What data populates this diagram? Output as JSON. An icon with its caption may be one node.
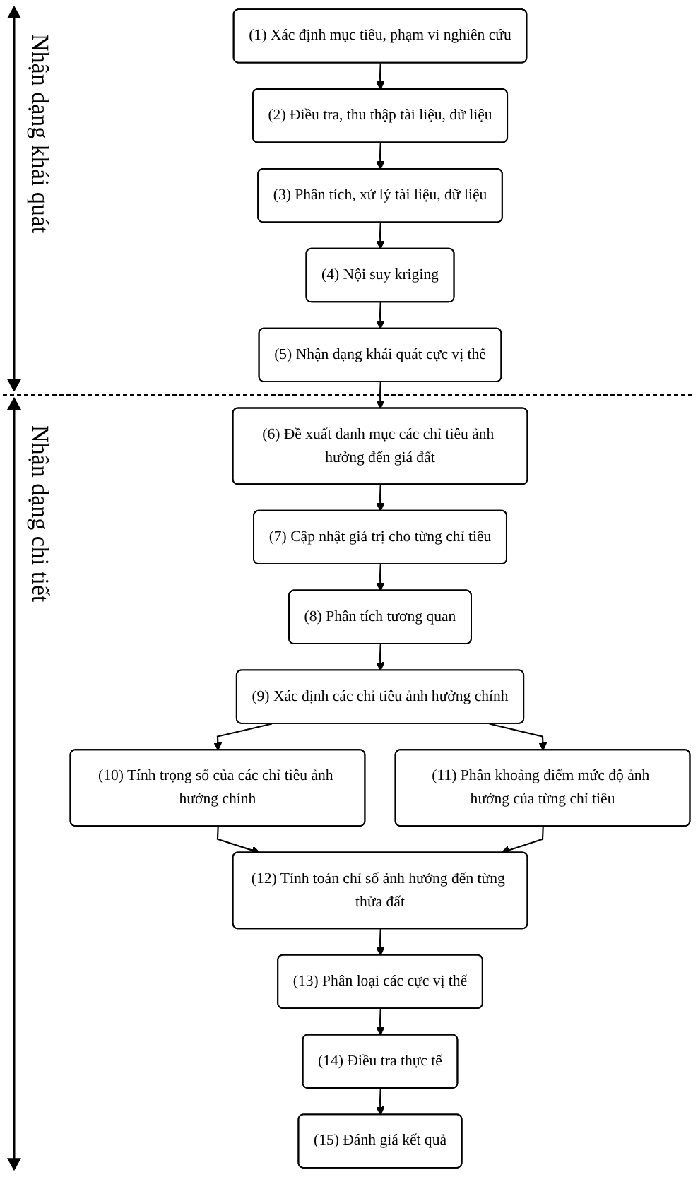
{
  "diagram": {
    "nodes": [
      {
        "text": [
          "(1) Xác định mục tiêu, phạm vi nghiên cứu"
        ]
      },
      {
        "text": [
          "(2) Điều tra, thu thập tài liệu, dữ liệu"
        ]
      },
      {
        "text": [
          "(3) Phân tích, xử lý tài liệu, dữ liệu"
        ]
      },
      {
        "text": [
          "(4) Nội suy kriging"
        ]
      },
      {
        "text": [
          "(5) Nhận dạng khái quát cực vị thế"
        ]
      },
      {
        "text": [
          "(6) Đề xuất danh mục các chỉ tiêu ảnh hưởng đến giá đất"
        ]
      },
      {
        "text": [
          "(7) Cập nhật giá trị cho từng chỉ tiêu"
        ]
      },
      {
        "text": [
          "(8) Phân tích tương quan"
        ]
      },
      {
        "text": [
          "(9) Xác định các chỉ tiêu ảnh hưởng chính"
        ]
      },
      {
        "text": [
          "(10) Tính trọng số của các chỉ tiêu ảnh hưởng chính"
        ]
      },
      {
        "text": [
          "(11) Phân khoảng điểm mức độ ảnh hưởng của từng chỉ tiêu"
        ]
      },
      {
        "text": [
          "(12) Tính toán chỉ số ảnh hưởng đến từng thửa đất"
        ]
      },
      {
        "text": [
          "(13) Phân loại các cực vị thế"
        ]
      },
      {
        "text": [
          "(14) Điều tra thực tế"
        ]
      },
      {
        "text": [
          "(15) Đánh giá kết quả"
        ]
      }
    ],
    "edges": [
      {
        "from": 0,
        "to": 1,
        "arrow": "to"
      },
      {
        "from": 1,
        "to": 2,
        "arrow": "to"
      },
      {
        "from": 2,
        "to": 3,
        "arrow": "to"
      },
      {
        "from": 3,
        "to": 4,
        "arrow": "to"
      },
      {
        "from": 4,
        "to": 5,
        "arrow": "to"
      },
      {
        "from": 5,
        "to": 6,
        "arrow": "to"
      },
      {
        "from": 6,
        "to": 7,
        "arrow": "to"
      },
      {
        "from": 7,
        "to": 8,
        "arrow": "to"
      },
      {
        "from": 8,
        "to": 9,
        "arrow": "to"
      },
      {
        "from": 8,
        "to": 10,
        "arrow": "to"
      },
      {
        "from": 9,
        "to": 11,
        "arrow": "to"
      },
      {
        "from": 10,
        "to": 11,
        "arrow": "to"
      },
      {
        "from": 11,
        "to": 12,
        "arrow": "to"
      },
      {
        "from": 12,
        "to": 13,
        "arrow": "to"
      },
      {
        "from": 13,
        "to": 14,
        "arrow": "to"
      }
    ],
    "labels": [
      "Nhận dạng khái quát",
      "Nhận dạng chi tiết"
    ]
  }
}
